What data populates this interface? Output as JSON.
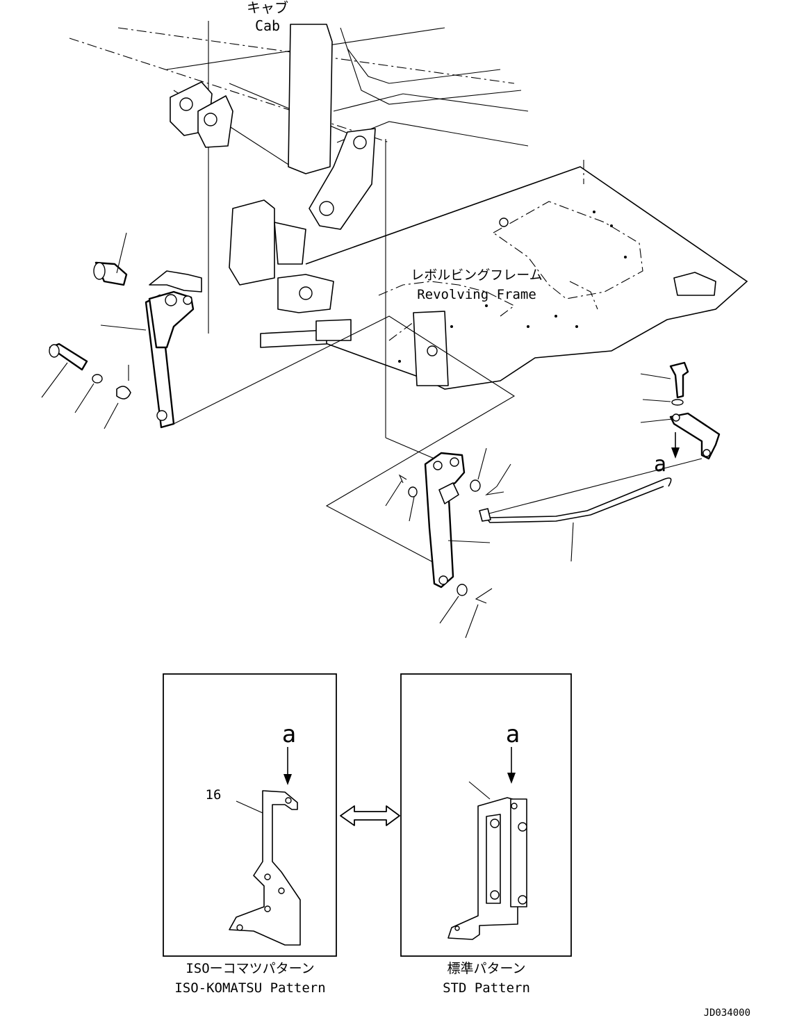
{
  "labels": {
    "cab_jp": "キャブ",
    "cab_en": "Cab",
    "frame_jp": "レボルビングフレーム",
    "frame_en": "Revolving Frame",
    "marker_a_main": "a",
    "marker_a_left": "a",
    "marker_a_right": "a",
    "callout_16": "16",
    "iso_jp": "ISOーコマツパターン",
    "iso_en": "ISO-KOMATSU Pattern",
    "std_jp": "標準パターン",
    "std_en": "STD Pattern",
    "drawing_id": "JD034000"
  }
}
